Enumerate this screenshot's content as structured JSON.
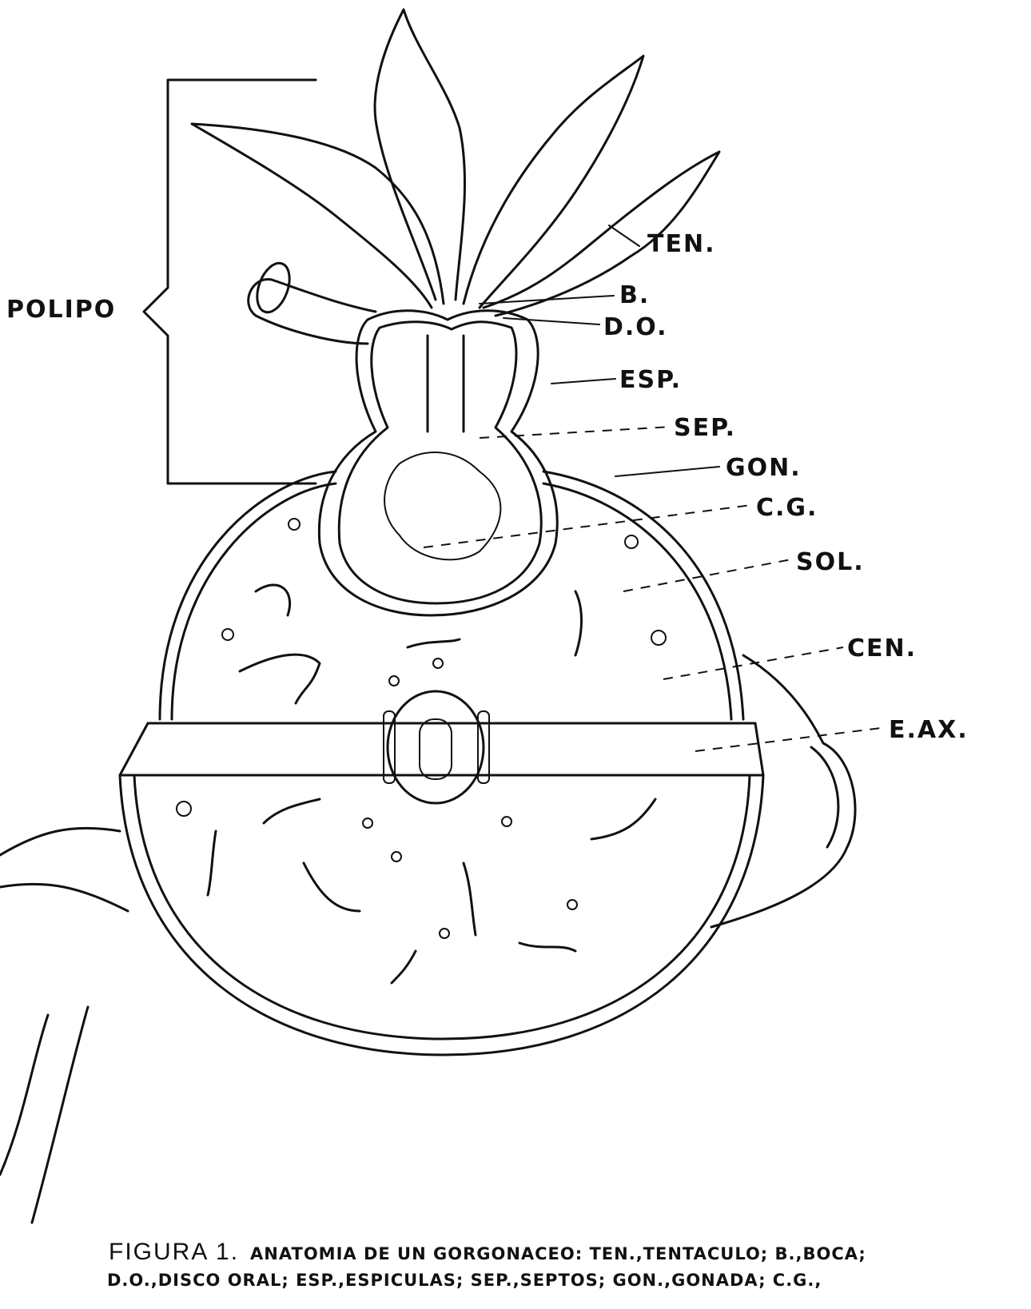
{
  "polip_label": "POLIPO",
  "labels": {
    "ten": "TEN.",
    "b": "B.",
    "do": "D.O.",
    "esp": "ESP.",
    "sep": "SEP.",
    "gon": "GON.",
    "cg": "C.G.",
    "sol": "SOL.",
    "cen": "CEN.",
    "eax": "E.AX."
  },
  "caption": {
    "figure": "FIGURA 1.",
    "line1": "ANATOMIA DE UN GORGONACEO: TEN.,TENTACULO; B.,BOCA;",
    "line2": "D.O.,DISCO ORAL; ESP.,ESPICULAS; SEP.,SEPTOS; GON.,GONADA; C.G.,"
  },
  "icons": [
    "polyp-illustration",
    "brace-bracket"
  ]
}
